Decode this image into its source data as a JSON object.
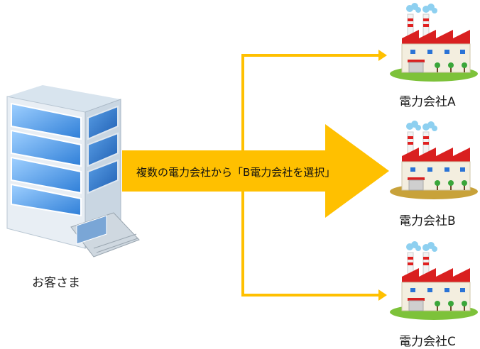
{
  "customer": {
    "label": "お客さま",
    "icon": "office-building-icon"
  },
  "arrow": {
    "label": "複数の電力会社から「B電力会社を選択」",
    "color": "#ffc000"
  },
  "connector_color": "#ffc000",
  "companies": [
    {
      "label": "電力会社A",
      "icon": "factory-icon",
      "ground_color": "#7dc23a"
    },
    {
      "label": "電力会社B",
      "icon": "factory-icon",
      "ground_color": "#c8a23a"
    },
    {
      "label": "電力会社C",
      "icon": "factory-icon",
      "ground_color": "#7dc23a"
    }
  ]
}
